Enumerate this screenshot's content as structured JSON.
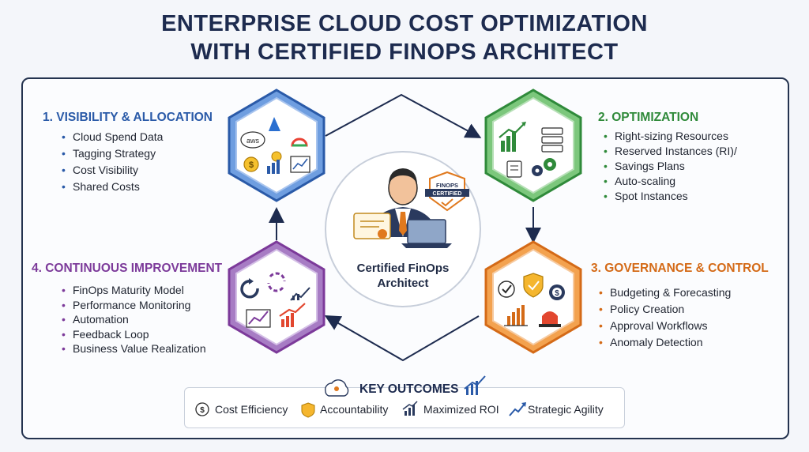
{
  "title": {
    "line1": "ENTERPRISE CLOUD COST OPTIMIZATION",
    "line2": "WITH CERTIFIED FINOPS ARCHITECT"
  },
  "center": {
    "label_line1": "Certified FinOps",
    "label_line2": "Architect",
    "badge_line1": "FINOPS",
    "badge_line2": "CERTIFIED"
  },
  "sections": [
    {
      "title": "1. VISIBILITY & ALLOCATION",
      "color": "#2a5aa8",
      "items": [
        "Cloud Spend Data",
        "Tagging Strategy",
        "Cost Visibility",
        "Shared Costs"
      ],
      "icons": [
        "aws-logo",
        "azure-logo",
        "google-cloud-logo",
        "dollar-coin",
        "bar-chart",
        "line-chart"
      ]
    },
    {
      "title": "2. OPTIMIZATION",
      "color": "#2f8a3a",
      "items": [
        "Right-sizing Resources",
        "Reserved Instances (RI)/",
        "Savings Plans",
        "Auto-scaling",
        "Spot Instances"
      ],
      "icons": [
        "growth-chart",
        "server-stack",
        "document",
        "gears"
      ]
    },
    {
      "title": "3. GOVERNANCE & CONTROL",
      "color": "#d46a17",
      "items": [
        "Budgeting & Forecasting",
        "Policy Creation",
        "Approval Workflows",
        "Anomaly Detection"
      ],
      "icons": [
        "checkmark",
        "shield",
        "dollar-gear",
        "bar-chart",
        "alarm"
      ]
    },
    {
      "title": "4. CONTINUOUS IMPROVEMENT",
      "color": "#7c3a9a",
      "items": [
        "FinOps Maturity Model",
        "Performance Monitoring",
        "Automation",
        "Feedback Loop",
        "Business Value Realization"
      ],
      "icons": [
        "refresh-cycle",
        "sync-arrows",
        "trend-chart",
        "line-chart",
        "growth-chart"
      ]
    }
  ],
  "outcomes": {
    "title": "KEY OUTCOMES",
    "items": [
      {
        "label": "Cost Efficiency",
        "icon": "dollar-icon"
      },
      {
        "label": "Accountability",
        "icon": "shield-icon"
      },
      {
        "label": "Maximized ROI",
        "icon": "chart-icon"
      },
      {
        "label": "Strategic Agility",
        "icon": "trend-arrow-icon"
      }
    ]
  }
}
